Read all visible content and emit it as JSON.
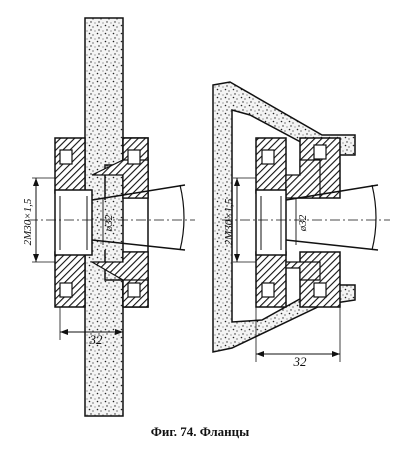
{
  "figure": {
    "caption": "Фиг. 74. Фланцы",
    "left_view": {
      "thread_label": "2М30×1,5",
      "diameter_label": "ø32",
      "width_label": "32"
    },
    "right_view": {
      "thread_label": "2М30×1,5",
      "diameter_label": "ø32",
      "width_label": "32"
    }
  }
}
